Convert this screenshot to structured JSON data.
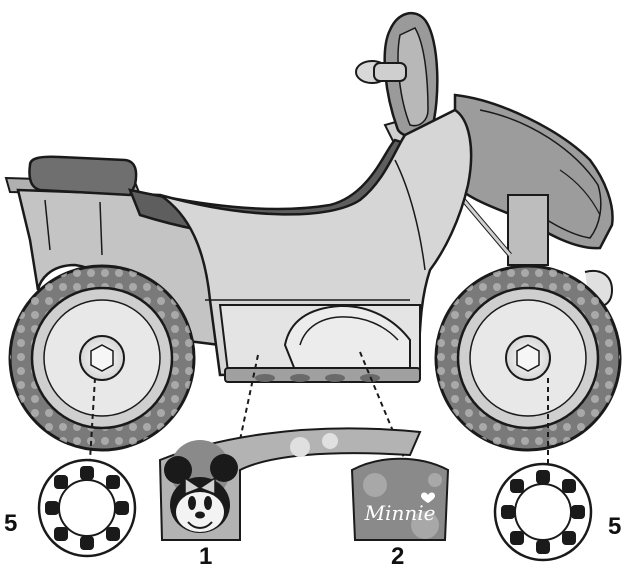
{
  "diagram": {
    "subject": "quad-bike",
    "callouts": [
      {
        "id": "left-wheel-insert",
        "label": "5"
      },
      {
        "id": "front-decal",
        "label": "1"
      },
      {
        "id": "rear-decal",
        "label": "2"
      },
      {
        "id": "right-wheel-insert",
        "label": "5"
      }
    ],
    "decal_text": "Minnie",
    "colors": {
      "outline": "#1a1a1a",
      "body": "#c8c8c8",
      "body_light": "#dedede",
      "seat": "#6f6f6f",
      "tire": "#7a7a7a",
      "tire_dark": "#555555",
      "hub": "#f2f2f2"
    }
  }
}
